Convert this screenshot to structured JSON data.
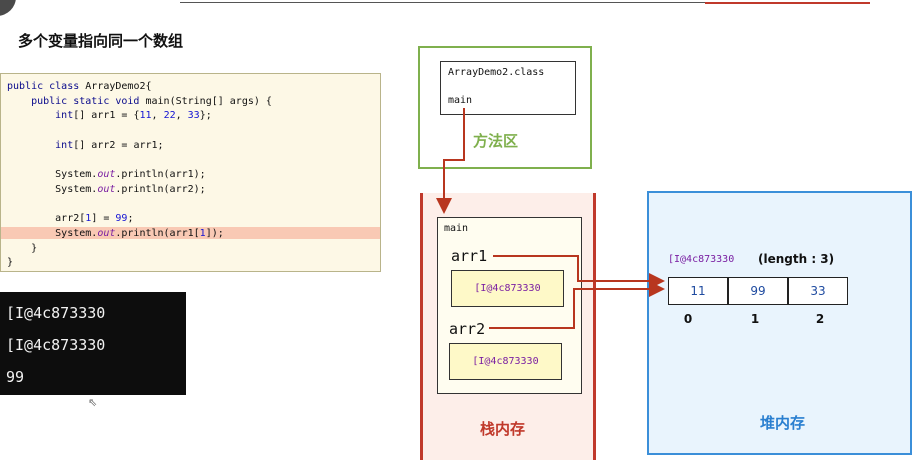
{
  "page": {
    "title": "多个变量指向同一个数组"
  },
  "code": {
    "lines": [
      [
        {
          "t": "public class ",
          "c": "kw"
        },
        {
          "t": "ArrayDemo2{",
          "c": ""
        }
      ],
      [
        {
          "t": "    public static void ",
          "c": "kw"
        },
        {
          "t": "main(String[] args) {",
          "c": ""
        }
      ],
      [
        {
          "t": "        int",
          "c": "kw"
        },
        {
          "t": "[] arr1 = {",
          "c": ""
        },
        {
          "t": "11",
          "c": "num"
        },
        {
          "t": ", ",
          "c": ""
        },
        {
          "t": "22",
          "c": "num"
        },
        {
          "t": ", ",
          "c": ""
        },
        {
          "t": "33",
          "c": "num"
        },
        {
          "t": "};",
          "c": ""
        }
      ],
      [],
      [
        {
          "t": "        int",
          "c": "kw"
        },
        {
          "t": "[] arr2 = arr1;",
          "c": ""
        }
      ],
      [],
      [
        {
          "t": "        System.",
          "c": ""
        },
        {
          "t": "out",
          "c": "it"
        },
        {
          "t": ".println(arr1);",
          "c": ""
        }
      ],
      [
        {
          "t": "        System.",
          "c": ""
        },
        {
          "t": "out",
          "c": "it"
        },
        {
          "t": ".println(arr2);",
          "c": ""
        }
      ],
      [],
      [
        {
          "t": "        arr2[",
          "c": ""
        },
        {
          "t": "1",
          "c": "num"
        },
        {
          "t": "] = ",
          "c": ""
        },
        {
          "t": "99",
          "c": "num"
        },
        {
          "t": ";",
          "c": ""
        }
      ],
      [
        {
          "t": "        System.",
          "c": ""
        },
        {
          "t": "out",
          "c": "it"
        },
        {
          "t": ".println(arr1[",
          "c": ""
        },
        {
          "t": "1",
          "c": "num"
        },
        {
          "t": "]);",
          "c": ""
        }
      ],
      [
        {
          "t": "    }",
          "c": ""
        }
      ],
      [
        {
          "t": "}",
          "c": ""
        }
      ]
    ]
  },
  "console": {
    "lines": [
      "[I@4c873330",
      "[I@4c873330",
      "99"
    ]
  },
  "method_area": {
    "class_name": "ArrayDemo2.class",
    "method": "main",
    "label": "方法区"
  },
  "stack": {
    "frame_label": "main",
    "var1": "arr1",
    "var1_ref": "[I@4c873330",
    "var2": "arr2",
    "var2_ref": "[I@4c873330",
    "label": "栈内存"
  },
  "heap": {
    "address": "[I@4c873330",
    "length_text": "(length : 3)",
    "cells": [
      "11",
      "99",
      "33"
    ],
    "indices": [
      "0",
      "1",
      "2"
    ],
    "label": "堆内存"
  },
  "colors": {
    "method_area": "#7fb04d",
    "stack": "#c0392b",
    "heap": "#3b8fd9",
    "arrow": "#b8361f"
  }
}
